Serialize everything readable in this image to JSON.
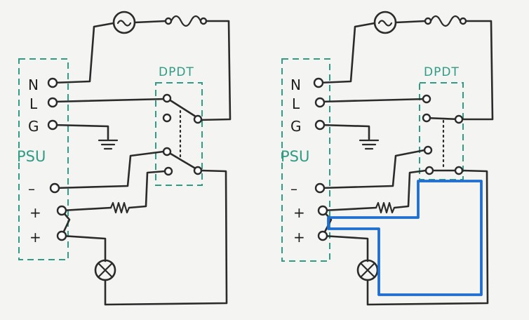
{
  "colors": {
    "wire": "#2b2b2b",
    "label_dark": "#1e1e1e",
    "dashed_box": "#2f9c83",
    "highlight_path": "#1f6fd0",
    "background": "#f4f4f2"
  },
  "icons": [
    "ac-source-icon",
    "fuse-icon",
    "ground-icon",
    "resistor-icon",
    "lamp-icon",
    "dpdt-switch-icon"
  ],
  "panels": [
    {
      "terminals": {
        "n": "N",
        "l": "L",
        "g": "G",
        "minus": "–",
        "plus1": "+",
        "plus2": "+"
      },
      "psu_label": "PSU",
      "switch_label": "DPDT"
    },
    {
      "terminals": {
        "n": "N",
        "l": "L",
        "g": "G",
        "minus": "–",
        "plus1": "+",
        "plus2": "+"
      },
      "psu_label": "PSU",
      "switch_label": "DPDT"
    }
  ]
}
